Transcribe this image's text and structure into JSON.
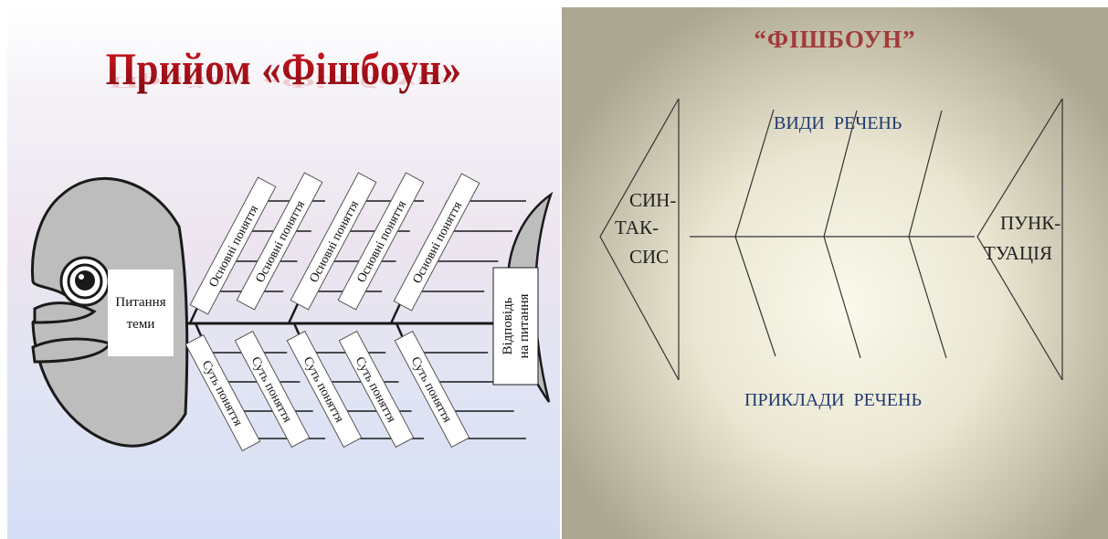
{
  "left_panel": {
    "title": "Прийом «Фішбоун»",
    "head_label": [
      "Питання",
      "теми"
    ],
    "tail_label": [
      "Відповідь",
      "на питання"
    ],
    "top_bones": [
      "Основні поняття",
      "Основні поняття",
      "Основні поняття",
      "Основні поняття",
      "Основні поняття"
    ],
    "bottom_bones": [
      "Суть поняття",
      "Суть поняття",
      "Суть поняття",
      "Суть поняття",
      "Суть поняття"
    ]
  },
  "right_panel": {
    "title": "“ФІШБОУН”",
    "head_label": [
      "СИН-",
      "ТАК-",
      "СИС"
    ],
    "tail_label": [
      "ПУНК-",
      "ТУАЦІЯ"
    ],
    "top_label": "ВИДИ  РЕЧЕНЬ",
    "bottom_label": "ПРИКЛАДИ  РЕЧЕНЬ"
  },
  "colors": {
    "title_red": "#b0121a",
    "fish_gray": "#bdbdbd",
    "outline": "#1a1a1a",
    "right_title": "#a23a3a",
    "right_label_blue": "#1f3a6e"
  }
}
